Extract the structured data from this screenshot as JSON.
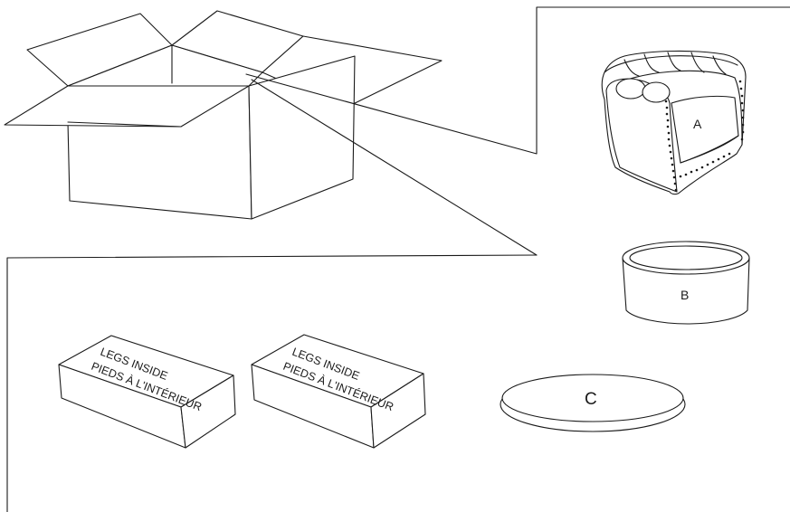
{
  "parts": {
    "armchair_label": "A",
    "ottoman_base_label": "B",
    "cushion_label": "C"
  },
  "leg_boxes": [
    {
      "line1": "LEGS INSIDE",
      "line2": "PIEDS À L'INTÉRIEUR"
    },
    {
      "line1": "LEGS INSIDE",
      "line2": "PIEDS À L'INTÉRIEUR"
    }
  ],
  "colors": {
    "stroke": "#1a1a1a",
    "background": "#ffffff"
  }
}
